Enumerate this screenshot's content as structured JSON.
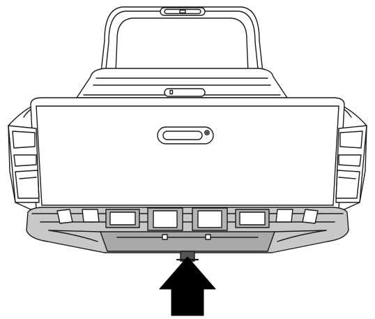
{
  "diagram": {
    "subject": "pickup-truck-rear-view",
    "highlight": "rear-bumper",
    "indicator": "arrow-up",
    "colors": {
      "line": "#1a1a1a",
      "body_fill": "#ffffff",
      "bumper_fill": "#c8c8c8",
      "bumper_dark": "#a9a9a9",
      "arrow_fill": "#000000"
    }
  }
}
